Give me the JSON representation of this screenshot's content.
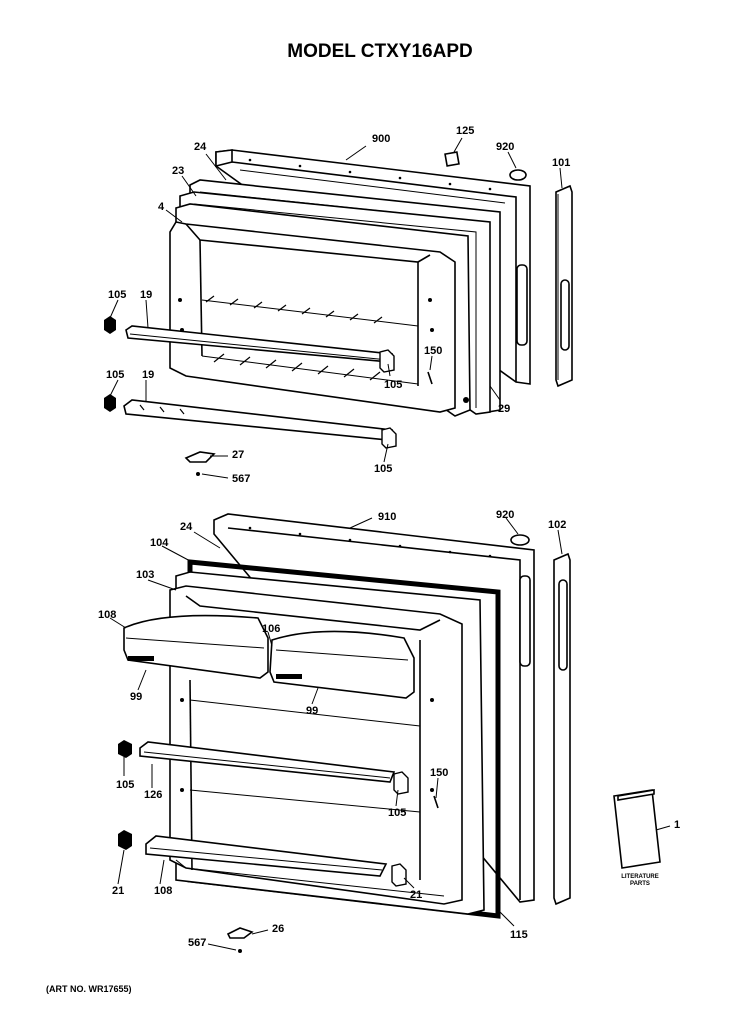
{
  "title": "MODEL CTXY16APD",
  "art_number": "(ART NO. WR17655)",
  "literature": {
    "line1": "LITERATURE",
    "line2": "PARTS"
  },
  "callouts": {
    "c900": "900",
    "c125": "125",
    "c920a": "920",
    "c101": "101",
    "c24a": "24",
    "c23": "23",
    "c4": "4",
    "c105a": "105",
    "c19a": "19",
    "c150a": "150",
    "c105b": "105",
    "c105c": "105",
    "c19b": "19",
    "c29": "29",
    "c105d": "105",
    "c27": "27",
    "c567a": "567",
    "c910": "910",
    "c920b": "920",
    "c102": "102",
    "c24b": "24",
    "c104": "104",
    "c103": "103",
    "c108a": "108",
    "c106": "106",
    "c99a": "99",
    "c99b": "99",
    "c105e": "105",
    "c126": "126",
    "c150b": "150",
    "c105f": "105",
    "c21a": "21",
    "c108b": "108",
    "c21b": "21",
    "c115": "115",
    "c26": "26",
    "c567b": "567",
    "c1": "1"
  }
}
